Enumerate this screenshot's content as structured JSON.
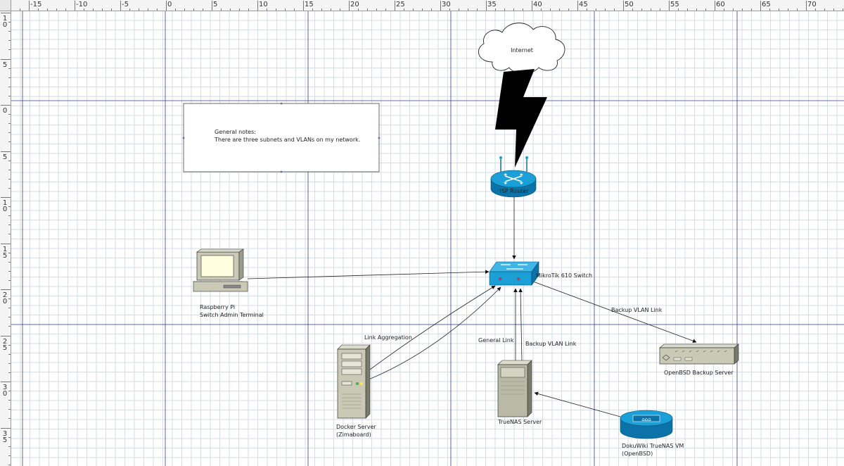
{
  "ruler": {
    "h_labels": [
      "-15",
      "-10",
      "-5",
      "0",
      "5",
      "10",
      "15",
      "20",
      "25",
      "30",
      "35",
      "40",
      "45",
      "50",
      "55",
      "60",
      "65",
      "70"
    ],
    "v_labels": [
      "10",
      "5",
      "0",
      "5",
      "10",
      "15",
      "20",
      "25",
      "30",
      "35"
    ]
  },
  "colors": {
    "device_blue": "#1a9fd6",
    "device_dark_blue": "#0b73a8",
    "server_gray": "#b9b9a6",
    "grid_line": "#d6dde4",
    "page_border": "#3b3b8f"
  },
  "diagram": {
    "note": {
      "line1": "General notes:",
      "line2": "There are three subnets and VLANs on my network."
    },
    "nodes": {
      "internet": "Internet",
      "isp_router": "ISP Router",
      "switch": "MikroTik 610 Switch",
      "rpi_line1": "Raspberry Pi",
      "rpi_line2": "Switch Admin Terminal",
      "docker_line1": "Docker Server",
      "docker_line2": "(Zimaboard)",
      "truenas": "TrueNAS Server",
      "openbsd_backup": "OpenBSD Backup Server",
      "dokuwiki_line1": "DokuWiki TrueNAS VM",
      "dokuwiki_line2": "(OpenBSD)"
    },
    "links": {
      "backup_vlan_1": "Backup VLAN Link",
      "link_aggregation": "Link Aggregation",
      "general": "General Link",
      "backup_vlan_2": "Backup VLAN Link"
    }
  }
}
